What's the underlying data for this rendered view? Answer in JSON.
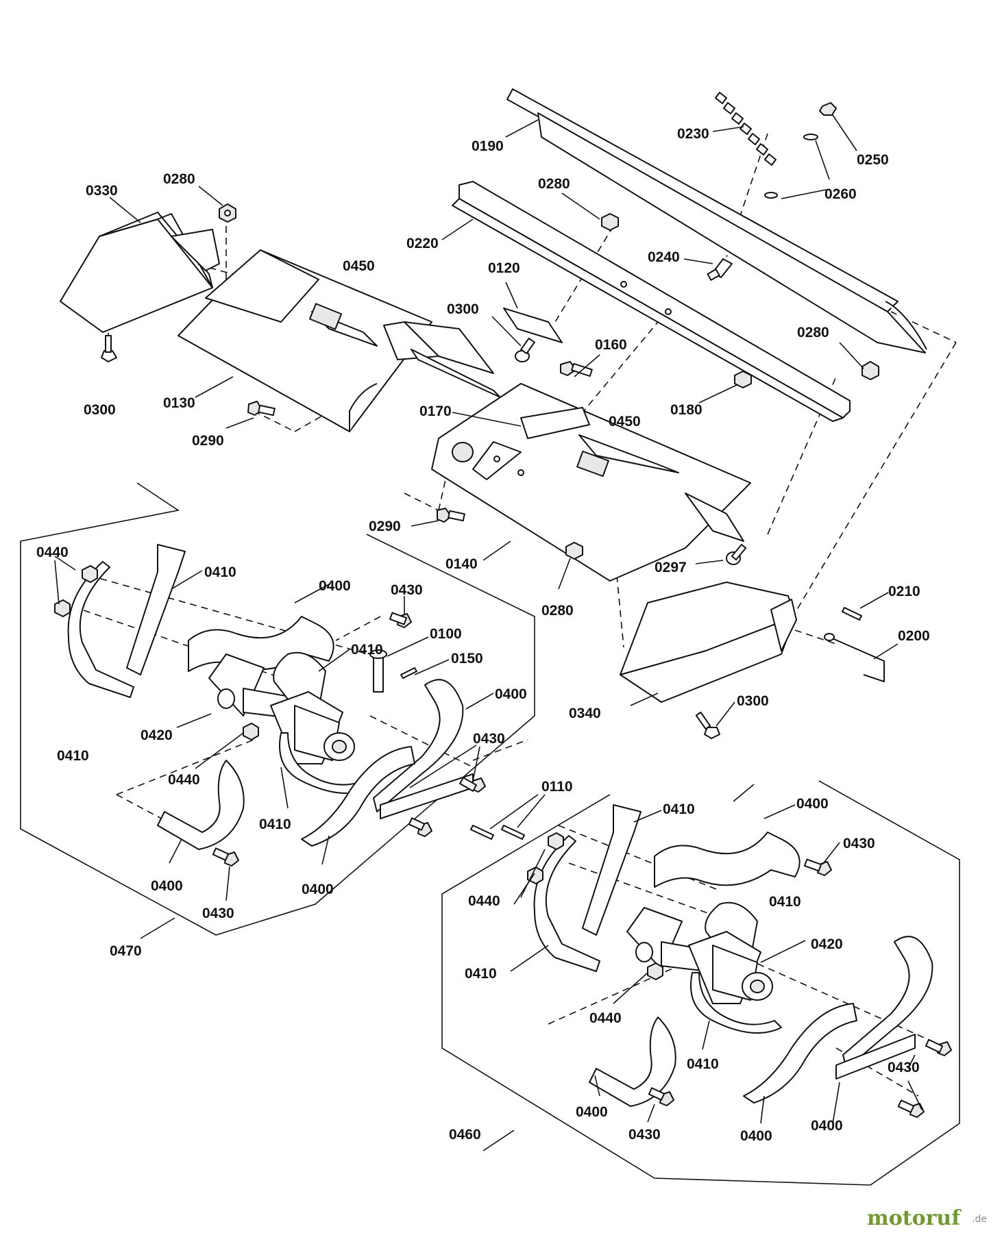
{
  "labels": [
    {
      "key": "0190",
      "text": "0190"
    },
    {
      "key": "0230",
      "text": "0230"
    },
    {
      "key": "0250",
      "text": "0250"
    },
    {
      "key": "0260",
      "text": "0260"
    },
    {
      "key": "0330",
      "text": "0330"
    },
    {
      "key": "0280a",
      "text": "0280"
    },
    {
      "key": "0280b",
      "text": "0280"
    },
    {
      "key": "0220",
      "text": "0220"
    },
    {
      "key": "0240",
      "text": "0240"
    },
    {
      "key": "0450a",
      "text": "0450"
    },
    {
      "key": "0120",
      "text": "0120"
    },
    {
      "key": "0300a",
      "text": "0300"
    },
    {
      "key": "0280c",
      "text": "0280"
    },
    {
      "key": "0160",
      "text": "0160"
    },
    {
      "key": "0300b",
      "text": "0300"
    },
    {
      "key": "0130",
      "text": "0130"
    },
    {
      "key": "0170",
      "text": "0170"
    },
    {
      "key": "0180",
      "text": "0180"
    },
    {
      "key": "0450b",
      "text": "0450"
    },
    {
      "key": "0290a",
      "text": "0290"
    },
    {
      "key": "0290b",
      "text": "0290"
    },
    {
      "key": "0140",
      "text": "0140"
    },
    {
      "key": "0297",
      "text": "0297"
    },
    {
      "key": "0280d",
      "text": "0280"
    },
    {
      "key": "0440a",
      "text": "0440"
    },
    {
      "key": "0410a",
      "text": "0410"
    },
    {
      "key": "0400a",
      "text": "0400"
    },
    {
      "key": "0430a",
      "text": "0430"
    },
    {
      "key": "0210",
      "text": "0210"
    },
    {
      "key": "0200",
      "text": "0200"
    },
    {
      "key": "0100",
      "text": "0100"
    },
    {
      "key": "0410b",
      "text": "0410"
    },
    {
      "key": "0150",
      "text": "0150"
    },
    {
      "key": "0400b",
      "text": "0400"
    },
    {
      "key": "0340",
      "text": "0340"
    },
    {
      "key": "0300c",
      "text": "0300"
    },
    {
      "key": "0420a",
      "text": "0420"
    },
    {
      "key": "0410c",
      "text": "0410"
    },
    {
      "key": "0430b",
      "text": "0430"
    },
    {
      "key": "0440b",
      "text": "0440"
    },
    {
      "key": "0410d",
      "text": "0410"
    },
    {
      "key": "0110",
      "text": "0110"
    },
    {
      "key": "0410e",
      "text": "0410"
    },
    {
      "key": "0400c",
      "text": "0400"
    },
    {
      "key": "0430c",
      "text": "0430"
    },
    {
      "key": "0400d",
      "text": "0400"
    },
    {
      "key": "0400e",
      "text": "0400"
    },
    {
      "key": "0430d",
      "text": "0430"
    },
    {
      "key": "0440c",
      "text": "0440"
    },
    {
      "key": "0410f",
      "text": "0410"
    },
    {
      "key": "0470",
      "text": "0470"
    },
    {
      "key": "0420b",
      "text": "0420"
    },
    {
      "key": "0410g",
      "text": "0410"
    },
    {
      "key": "0440d",
      "text": "0440"
    },
    {
      "key": "0410h",
      "text": "0410"
    },
    {
      "key": "0430e",
      "text": "0430"
    },
    {
      "key": "0400f",
      "text": "0400"
    },
    {
      "key": "0430f",
      "text": "0430"
    },
    {
      "key": "0400g",
      "text": "0400"
    },
    {
      "key": "0400h",
      "text": "0400"
    },
    {
      "key": "0460",
      "text": "0460"
    }
  ],
  "watermark": {
    "main": "motoruf",
    "sub": ".de",
    "color": "#6f9a2e"
  }
}
